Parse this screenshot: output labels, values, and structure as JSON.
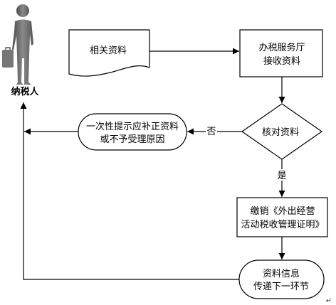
{
  "diagram": {
    "actor": {
      "label": "纳税人",
      "icon": "taxpayer-person-icon"
    },
    "nodes": {
      "documents": {
        "label": "相关资料"
      },
      "tax_hall": {
        "lines": [
          "办税服务厅",
          "接收资料"
        ]
      },
      "check": {
        "label": "核对资料"
      },
      "reject": {
        "lines": [
          "一次性提示应补正资料",
          "或不予受理原因"
        ]
      },
      "cancel_cert": {
        "lines": [
          "缴销《外出经营",
          "活动税收管理证明》"
        ]
      },
      "transfer": {
        "lines": [
          "资料信息",
          "传递下一环节"
        ]
      }
    },
    "edges": {
      "no_label": "否",
      "yes_label": "是"
    },
    "end_mark": "↵",
    "colors": {
      "line": "#000000",
      "fill": "#ffffff",
      "figure": "#666666"
    }
  }
}
